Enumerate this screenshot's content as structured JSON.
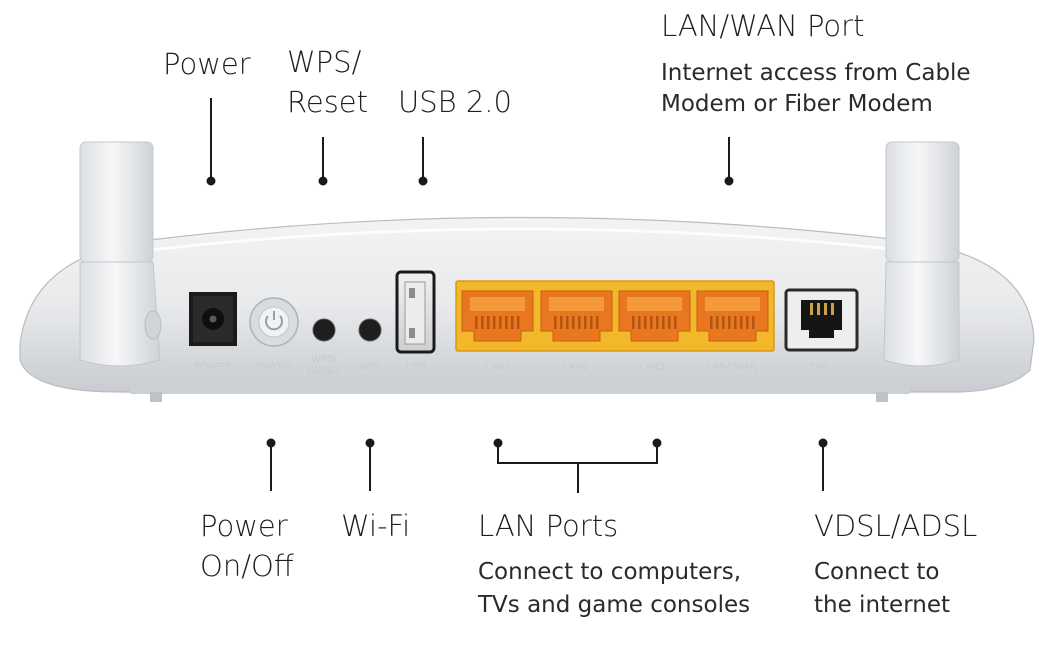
{
  "callouts_top": {
    "power": "Power",
    "wps_reset": [
      "WPS/",
      "Reset"
    ],
    "usb": "USB 2.0",
    "lan_wan": {
      "title": "LAN/WAN Port",
      "desc": [
        "Internet access from Cable",
        "Modem or Fiber Modem"
      ]
    }
  },
  "callouts_bottom": {
    "power_onoff": [
      "Power",
      "On/Off"
    ],
    "wifi": "Wi-Fi",
    "lan_ports": {
      "title": "LAN Ports",
      "desc": [
        "Connect to computers,",
        "TVs and game consoles"
      ]
    },
    "vdsl_adsl": {
      "title": "VDSL/ADSL",
      "desc": [
        "Connect to",
        "the internet"
      ]
    }
  },
  "device_panel_labels": {
    "power": "POWER",
    "on_off": "ON/OFF",
    "wps_reset": [
      "WPS/",
      "RESET"
    ],
    "wifi": "WiFi",
    "usb": "USB",
    "lan1": "LAN1",
    "lan2": "LAN2",
    "lan3": "LAN3",
    "lan4_wan": "LAN4/WAN",
    "dsl": "DSL"
  },
  "colors": {
    "lan_port_housing": "#f3b72a",
    "lan_port_socket": "#e8771f",
    "body": "#e9ebed"
  }
}
